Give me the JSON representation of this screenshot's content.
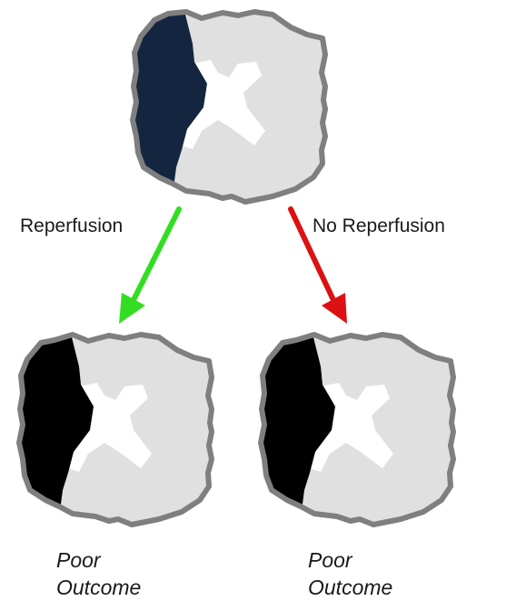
{
  "labels": {
    "left_arrow": "Reperfusion",
    "right_arrow": "No Reperfusion",
    "left_outcome_line1": "Poor",
    "left_outcome_line2": "Outcome",
    "right_outcome_line1": "Poor",
    "right_outcome_line2": "Outcome"
  },
  "colors": {
    "brain_fill": "#e0e0e0",
    "brain_outline": "#7f7f7f",
    "ventricle": "#ffffff",
    "infarct_initial": "#14263f",
    "infarct_final": "#000000",
    "arrow_reperfusion": "#33dd22",
    "arrow_no_reperfusion": "#dd1111"
  },
  "icons": {
    "top_brain": "brain-slice-icon",
    "left_brain": "brain-slice-icon",
    "right_brain": "brain-slice-icon",
    "left_arrow": "arrow-down-left-icon",
    "right_arrow": "arrow-down-right-icon"
  }
}
